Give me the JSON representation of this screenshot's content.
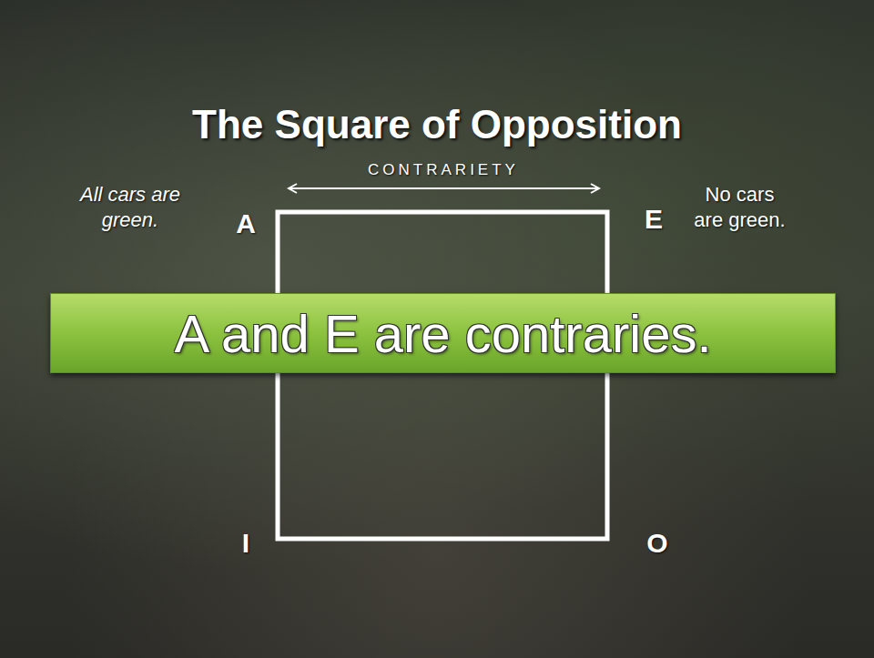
{
  "diagram": {
    "title": "The Square of Opposition",
    "nodes": [
      {
        "text": [
          "A and E are contraries."
        ]
      }
    ],
    "labels": [
      "All cars are green.",
      "A",
      "CONTRARIETY",
      "E",
      "No cars are green.",
      "I",
      "O"
    ]
  }
}
